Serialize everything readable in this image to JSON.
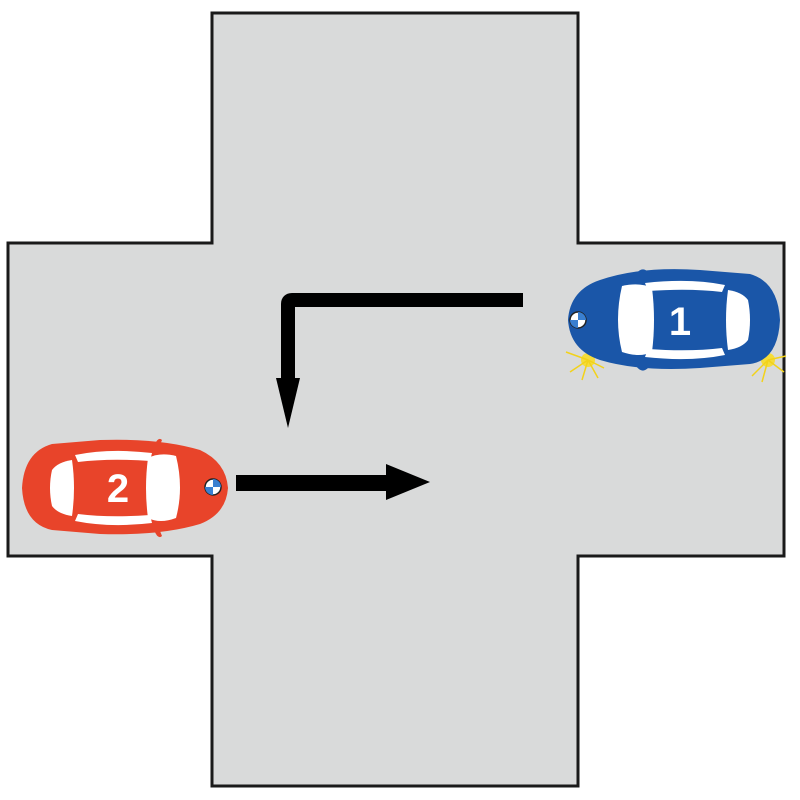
{
  "scene": {
    "road_color": "#d9dada",
    "road_border_color": "#1a1a1a",
    "arrow_color": "#000000"
  },
  "cars": [
    {
      "number": "1",
      "color": "#1a56a8",
      "heading": "west",
      "turn_signal": "left",
      "maneuver": "left-turn"
    },
    {
      "number": "2",
      "color": "#e8442a",
      "heading": "east",
      "maneuver": "straight"
    }
  ],
  "icons": [
    "car-1-icon",
    "car-2-icon",
    "left-turn-arrow-icon",
    "straight-arrow-icon",
    "turn-signal-icon"
  ]
}
